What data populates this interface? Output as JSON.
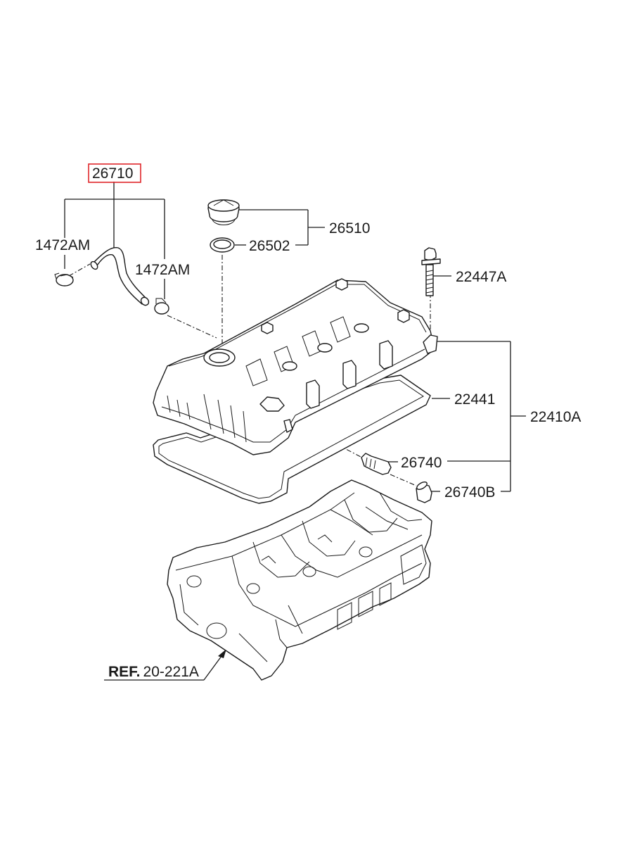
{
  "labels": {
    "hose": "26710",
    "clamp_left": "1472AM",
    "clamp_right": "1472AM",
    "cap_assembly": "26510",
    "cap_gasket": "26502",
    "bolt": "22447A",
    "cover_gasket": "22441",
    "cover_assembly": "22410A",
    "pcv_valve": "26740",
    "grommet": "26740B",
    "ref_prefix": "REF.",
    "ref_value": "20-221A"
  },
  "highlight_color": "#e0262a",
  "line_color": "#1a1a1a"
}
